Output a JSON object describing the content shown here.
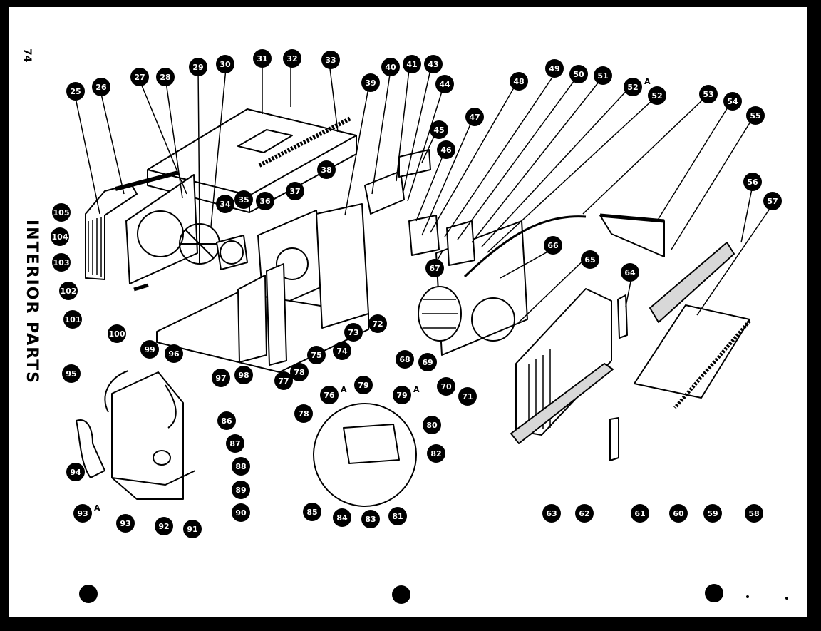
{
  "page": {
    "number": "74",
    "title": "INTERIOR PARTS"
  },
  "callouts": [
    {
      "id": "c25",
      "label": "25"
    },
    {
      "id": "c26",
      "label": "26"
    },
    {
      "id": "c27",
      "label": "27"
    },
    {
      "id": "c28",
      "label": "28"
    },
    {
      "id": "c29",
      "label": "29"
    },
    {
      "id": "c30a",
      "label": "30"
    },
    {
      "id": "c31",
      "label": "31"
    },
    {
      "id": "c32",
      "label": "32"
    },
    {
      "id": "c33",
      "label": "33"
    },
    {
      "id": "c34",
      "label": "34"
    },
    {
      "id": "c35",
      "label": "35"
    },
    {
      "id": "c36",
      "label": "36"
    },
    {
      "id": "c37",
      "label": "37"
    },
    {
      "id": "c38",
      "label": "38"
    },
    {
      "id": "c39",
      "label": "39"
    },
    {
      "id": "c40",
      "label": "40"
    },
    {
      "id": "c41",
      "label": "41"
    },
    {
      "id": "c43",
      "label": "43"
    },
    {
      "id": "c44",
      "label": "44"
    },
    {
      "id": "c45",
      "label": "45"
    },
    {
      "id": "c46a",
      "label": "46"
    },
    {
      "id": "c47",
      "label": "47"
    },
    {
      "id": "c48",
      "label": "48"
    },
    {
      "id": "c49",
      "label": "49"
    },
    {
      "id": "c50",
      "label": "50"
    },
    {
      "id": "c51",
      "label": "51"
    },
    {
      "id": "c52a",
      "label": "52",
      "suffix": "A"
    },
    {
      "id": "c52",
      "label": "52"
    },
    {
      "id": "c53",
      "label": "53"
    },
    {
      "id": "c54",
      "label": "54"
    },
    {
      "id": "c55",
      "label": "55"
    },
    {
      "id": "c56",
      "label": "56"
    },
    {
      "id": "c57",
      "label": "57"
    },
    {
      "id": "c58",
      "label": "58"
    },
    {
      "id": "c59",
      "label": "59"
    },
    {
      "id": "c60",
      "label": "60"
    },
    {
      "id": "c61",
      "label": "61"
    },
    {
      "id": "c62",
      "label": "62"
    },
    {
      "id": "c63",
      "label": "63"
    },
    {
      "id": "c64",
      "label": "64"
    },
    {
      "id": "c65",
      "label": "65"
    },
    {
      "id": "c66",
      "label": "66"
    },
    {
      "id": "c67",
      "label": "67"
    },
    {
      "id": "c68",
      "label": "68"
    },
    {
      "id": "c69",
      "label": "69"
    },
    {
      "id": "c70",
      "label": "70"
    },
    {
      "id": "c71",
      "label": "71"
    },
    {
      "id": "c72",
      "label": "72"
    },
    {
      "id": "c73",
      "label": "73"
    },
    {
      "id": "c74",
      "label": "74"
    },
    {
      "id": "c75",
      "label": "75"
    },
    {
      "id": "c76a",
      "label": "76",
      "suffix": "A"
    },
    {
      "id": "c77",
      "label": "77"
    },
    {
      "id": "c78a",
      "label": "78"
    },
    {
      "id": "c78",
      "label": "78"
    },
    {
      "id": "c79",
      "label": "79"
    },
    {
      "id": "c79a",
      "label": "79",
      "suffix": "A"
    },
    {
      "id": "c80",
      "label": "80"
    },
    {
      "id": "c81",
      "label": "81"
    },
    {
      "id": "c82b",
      "label": "82"
    },
    {
      "id": "c83b",
      "label": "83"
    },
    {
      "id": "c84",
      "label": "84"
    },
    {
      "id": "c85",
      "label": "85"
    },
    {
      "id": "c86",
      "label": "86"
    },
    {
      "id": "c87",
      "label": "87"
    },
    {
      "id": "c88",
      "label": "88"
    },
    {
      "id": "c89",
      "label": "89"
    },
    {
      "id": "c90",
      "label": "90"
    },
    {
      "id": "c91",
      "label": "91"
    },
    {
      "id": "c92",
      "label": "92"
    },
    {
      "id": "c93",
      "label": "93"
    },
    {
      "id": "c93a",
      "label": "93",
      "suffix": "A"
    },
    {
      "id": "c94",
      "label": "94"
    },
    {
      "id": "c95",
      "label": "95"
    },
    {
      "id": "c96",
      "label": "96"
    },
    {
      "id": "c97",
      "label": "97"
    },
    {
      "id": "c98",
      "label": "98"
    },
    {
      "id": "c99",
      "label": "99"
    },
    {
      "id": "c100",
      "label": "100"
    },
    {
      "id": "c101",
      "label": "101"
    },
    {
      "id": "c102",
      "label": "102"
    },
    {
      "id": "c103",
      "label": "103"
    },
    {
      "id": "c104",
      "label": "104"
    },
    {
      "id": "c105",
      "label": "105"
    }
  ],
  "colors": {
    "ink": "#000000",
    "paper": "#ffffff",
    "fill": "#d8d8d8"
  }
}
